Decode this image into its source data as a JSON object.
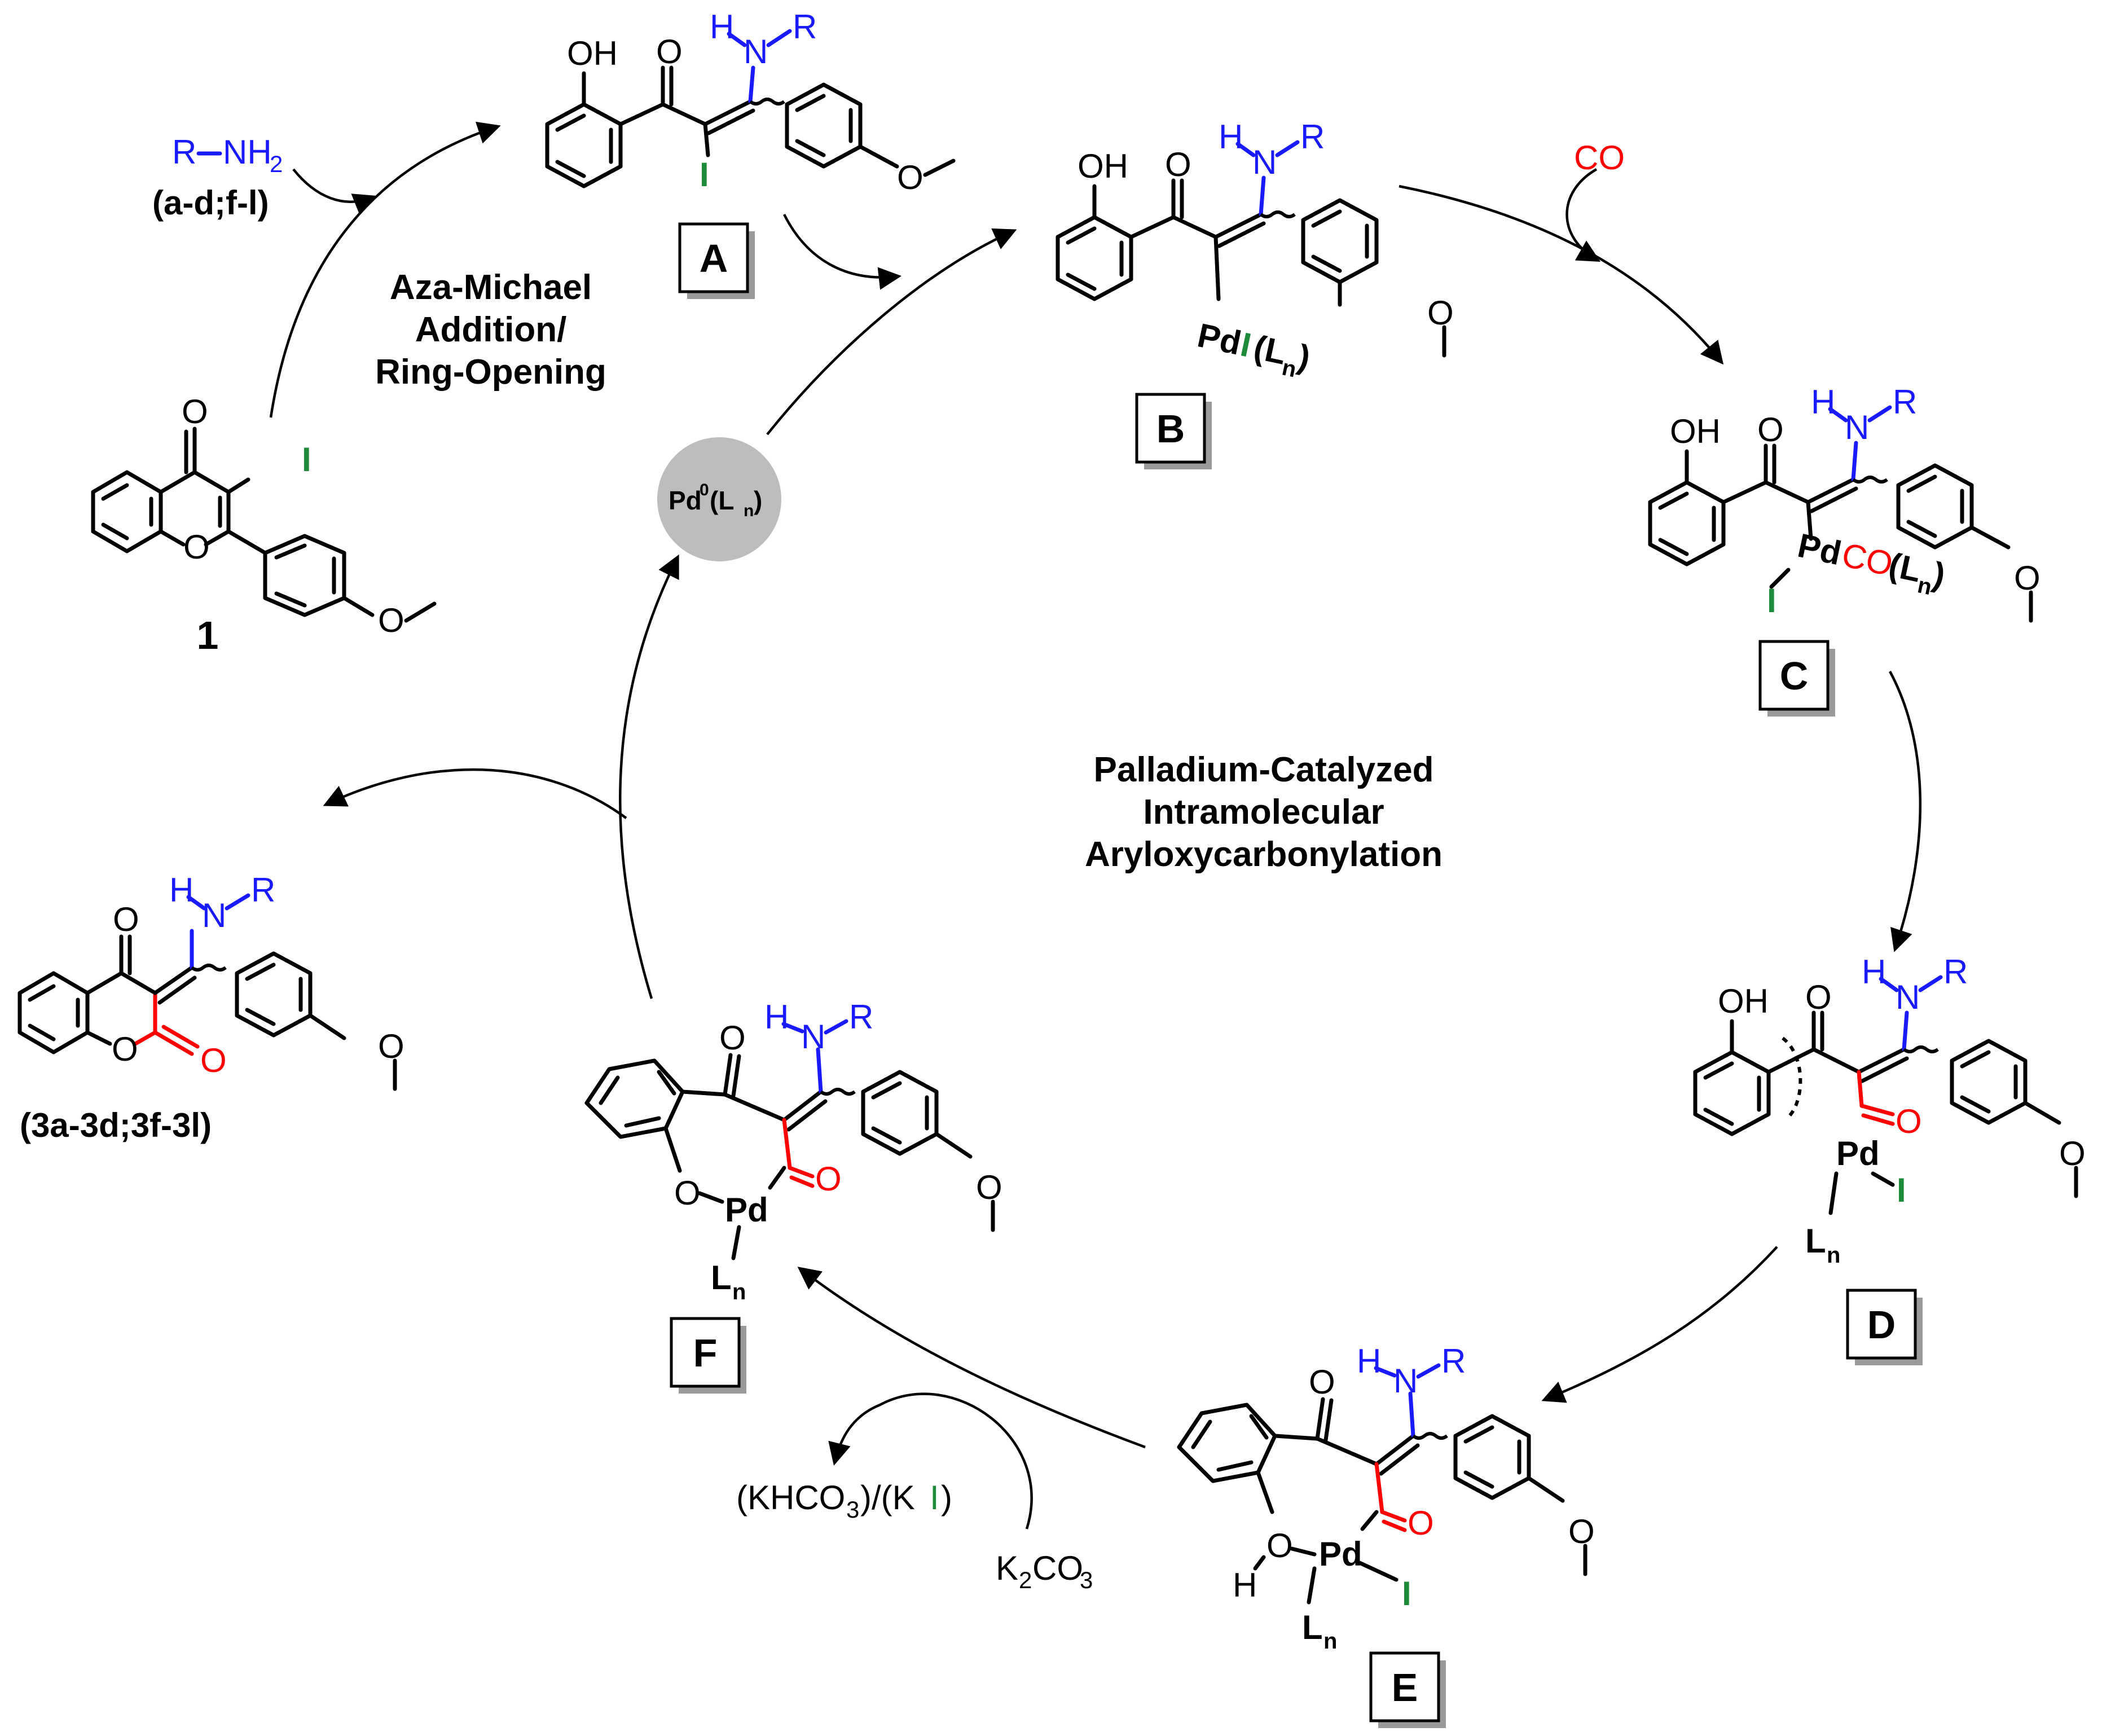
{
  "colors": {
    "nitrogen_blue": "#1a1aff",
    "oxygen_red": "#ff0000",
    "iodine_green": "#1e8b3a",
    "catalyst_grey": "#bdbdbd",
    "black": "#000000"
  },
  "atoms": {
    "O": "O",
    "OH": "OH",
    "N": "N",
    "H": "H",
    "R": "R",
    "I": "I",
    "Pd": "Pd",
    "L": "L",
    "n": "n",
    "CO": "CO",
    "open_paren": "(",
    "close_paren": ")",
    "Ln_paren_L": "(L",
    "close_paren_only": ")"
  },
  "reagents": {
    "amine_R": "R",
    "amine_NH": "NH",
    "amine_2": "2",
    "amine_scope": "(a-d;f-l)",
    "co": "CO",
    "byproduct_a": "(KHCO",
    "byproduct_3": "3",
    "byproduct_b": ")/(K",
    "byproduct_I": "I",
    "byproduct_c": ")",
    "base_K": "K",
    "base_2": "2",
    "base_CO": "CO",
    "base_3": "3"
  },
  "captions": {
    "step1_line1": "Aza-Michael",
    "step1_line2": "Addition/",
    "step1_line3": "Ring-Opening",
    "cycle_line1": "Palladium-Catalyzed",
    "cycle_line2": "Intramolecular",
    "cycle_line3": "Aryloxycarbonylation"
  },
  "catalyst": {
    "Pd": "Pd",
    "zero": "0",
    "L_open": "(L",
    "n": "n",
    "close": ")"
  },
  "labels": {
    "compound_1": "1",
    "A": "A",
    "B": "B",
    "C": "C",
    "D": "D",
    "E": "E",
    "F": "F",
    "products": "(3a-3d;3f-3l)"
  }
}
